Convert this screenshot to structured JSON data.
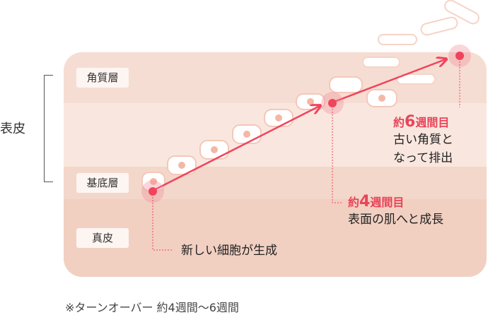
{
  "bracket_label": "表皮",
  "layers": {
    "kakushitsu": "角質層",
    "kitei": "基底層",
    "shinpi": "真皮"
  },
  "steps": {
    "start": {
      "desc": "新しい細胞が生成"
    },
    "week4": {
      "prefix": "約",
      "num": "4",
      "suffix": "週間目",
      "desc": "表面の肌へと成長"
    },
    "week6": {
      "prefix": "約",
      "num": "6",
      "suffix": "週間目",
      "desc_line1": "古い角質と",
      "desc_line2": "なって排出"
    }
  },
  "footnote": "※ターンオーバー 約4週間〜6週間",
  "colors": {
    "accent": "#e8455a",
    "skin_top": "#f6ddd3",
    "skin_mid": "#f9e7df",
    "skin_bottom": "#f1d0c2"
  }
}
